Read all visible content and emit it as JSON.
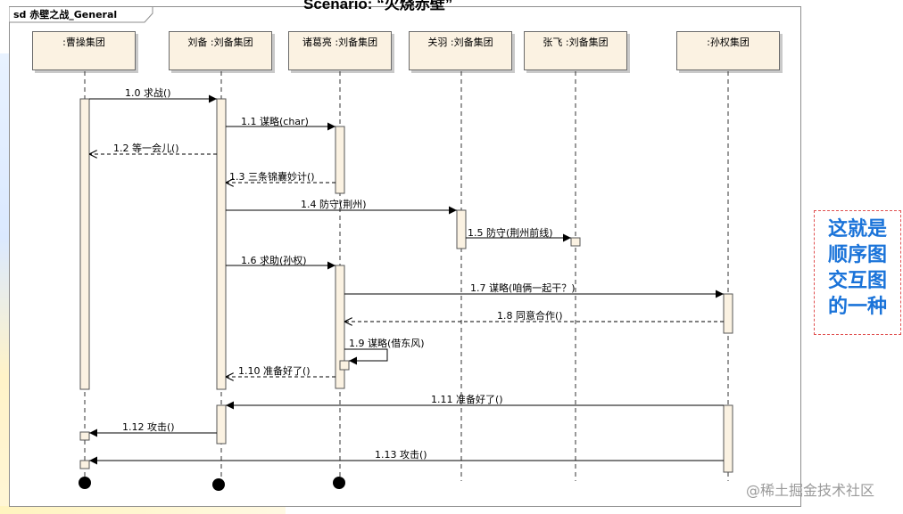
{
  "scenario": "Scenario:  “火烧赤壁”",
  "frame_title": "sd 赤壁之战_General",
  "lifelines": [
    {
      "id": "cao",
      "label": ":曹操集团"
    },
    {
      "id": "liu",
      "label": "刘备 :刘备集团"
    },
    {
      "id": "zhuge",
      "label": "诸葛亮 :刘备集团"
    },
    {
      "id": "guan",
      "label": "关羽 :刘备集团"
    },
    {
      "id": "zhang",
      "label": "张飞 :刘备集团"
    },
    {
      "id": "sun",
      "label": ":孙权集团"
    }
  ],
  "messages": [
    {
      "label": "1.0 求战()",
      "from": "cao",
      "to": "liu",
      "kind": "sync"
    },
    {
      "label": "1.1 谋略(char)",
      "from": "liu",
      "to": "zhuge",
      "kind": "sync"
    },
    {
      "label": "1.2 等一会儿()",
      "from": "liu",
      "to": "cao",
      "kind": "return"
    },
    {
      "label": "1.3 三条锦囊妙计()",
      "from": "zhuge",
      "to": "liu",
      "kind": "return"
    },
    {
      "label": "1.4 防守(荆州)",
      "from": "liu",
      "to": "guan",
      "kind": "sync"
    },
    {
      "label": "1.5 防守(荆州前线)",
      "from": "guan",
      "to": "zhang",
      "kind": "sync"
    },
    {
      "label": "1.6 求助(孙权)",
      "from": "liu",
      "to": "zhuge",
      "kind": "sync"
    },
    {
      "label": "1.7 谋略(咱俩一起干？)",
      "from": "zhuge",
      "to": "sun",
      "kind": "sync"
    },
    {
      "label": "1.8 同意合作()",
      "from": "sun",
      "to": "zhuge",
      "kind": "return"
    },
    {
      "label": "1.9 谋略(借东风)",
      "from": "zhuge",
      "to": "zhuge",
      "kind": "self"
    },
    {
      "label": "1.10 准备好了()",
      "from": "zhuge",
      "to": "liu",
      "kind": "return"
    },
    {
      "label": "1.11 准备好了()",
      "from": "sun",
      "to": "liu",
      "kind": "sync"
    },
    {
      "label": "1.12 攻击()",
      "from": "liu",
      "to": "cao",
      "kind": "sync"
    },
    {
      "label": "1.13 攻击()",
      "from": "sun",
      "to": "cao",
      "kind": "sync"
    }
  ],
  "callout_lines": [
    "这就是",
    "顺序图",
    "交互图",
    "的一种"
  ],
  "watermark": "@稀土掘金技术社区"
}
